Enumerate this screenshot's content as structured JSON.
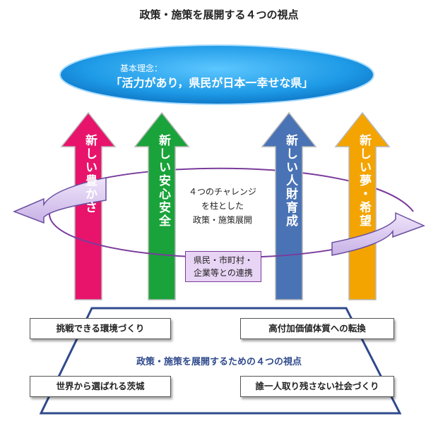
{
  "title": "政策・施策を展開する４つの視点",
  "vision": {
    "label": "基本理念：",
    "statement": "「活力があり，県民が日本一幸せな県」"
  },
  "pillars": [
    {
      "label": "新しい豊かさ",
      "color": "#e8146c"
    },
    {
      "label": "新しい安心安全",
      "color": "#1aa33a"
    },
    {
      "label": "新しい人財育成",
      "color": "#4a73b5"
    },
    {
      "label": "新しい夢・希望",
      "color": "#f4a400"
    }
  ],
  "center": {
    "lines": [
      "４つのチャレンジ",
      "を柱とした",
      "政策・施策展開"
    ]
  },
  "collaboration": {
    "lines": [
      "県民・市町村・",
      "企業等との連携"
    ]
  },
  "platform": {
    "label": "政策・施策を展開するための４つの視点",
    "boxes": [
      "挑戦できる環境づくり",
      "高付加価値体質への転換",
      "世界から選ばれる茨城",
      "誰一人取り残さない社会づくり"
    ]
  },
  "colors": {
    "ellipse": "#2aa4e8",
    "ring_stroke": "#7a3b9c",
    "ring_arrow_fill": "#d9c8ee",
    "platform_stroke": "#2f4a8c"
  }
}
